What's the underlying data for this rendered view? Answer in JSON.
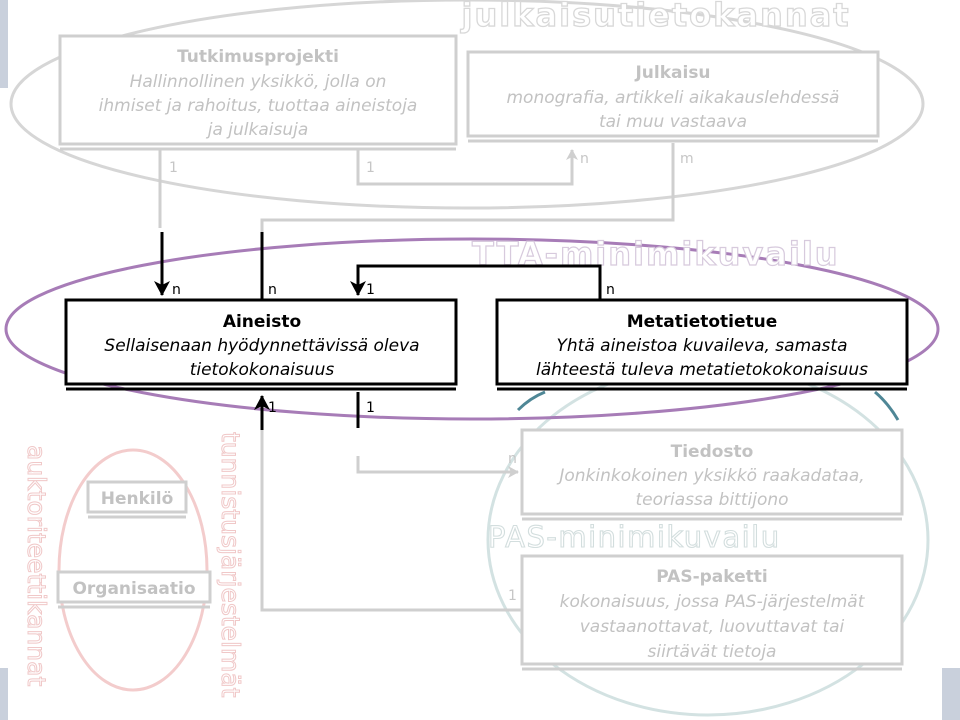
{
  "regions": {
    "julkaisu_region": "julkaisutietokannat",
    "tta_region": "TTA-minimikuvailu",
    "pas_region": "PAS-minimikuvailu",
    "auktoriteetti_region": "auktoriteettikannat",
    "tunnistus_region": "tunnistusjärjestelmät"
  },
  "entities": {
    "tutkimusprojekti": {
      "title": "Tutkimusprojekti",
      "desc": [
        "Hallinnollinen yksikkö, jolla on",
        "ihmiset ja rahoitus, tuottaa aineistoja",
        "ja julkaisuja"
      ]
    },
    "julkaisu": {
      "title": "Julkaisu",
      "desc": [
        "monografia, artikkeli aikakauslehdessä",
        "tai muu vastaava"
      ]
    },
    "aineisto": {
      "title": "Aineisto",
      "desc": [
        "Sellaisenaan hyödynnettävissä oleva",
        "tietokokonaisuus"
      ]
    },
    "metatietotietue": {
      "title": "Metatietotietue",
      "desc": [
        "Yhtä aineistoa kuvaileva, samasta",
        "lähteestä tuleva metatietokokonaisuus"
      ]
    },
    "tiedosto": {
      "title": "Tiedosto",
      "desc": [
        "Jonkinkokoinen yksikkö raakadataa,",
        "teoriassa bittijono"
      ]
    },
    "pas_paketti": {
      "title": "PAS-paketti",
      "desc": [
        "kokonaisuus, jossa PAS-järjestelmät",
        "vastaanottavat, luovuttavat tai",
        "siirtävät tietoja"
      ]
    },
    "henkilo": {
      "title": "Henkilö"
    },
    "organisaatio": {
      "title": "Organisaatio"
    }
  },
  "cardinalities": {
    "tp_to_aineisto_start": "1",
    "tp_to_julkaisu_start": "1",
    "julkaisu_in": "n",
    "julkaisu_out": "m",
    "aineisto_in_left": "n",
    "aineisto_out_julkaisu": "n",
    "aineisto_in_meta": "1",
    "meta_out": "n",
    "aineisto_in_pas": "1",
    "aineisto_out_tiedosto": "1",
    "tiedosto_in": "n",
    "pas_out": "1"
  },
  "colors": {
    "faded": "#cfcfcf",
    "faded_text": "#c2c2c2",
    "active": "#000000",
    "tta_ellipse": "#a77cb7",
    "pas_ellipse": "#cddede",
    "pas_arc": "#4f8796",
    "auktoriteetti_ellipse": "#f3cccc",
    "auktoriteetti_text": "#f0c8c8",
    "julkaisu_ellipse": "#d6d6d6"
  }
}
